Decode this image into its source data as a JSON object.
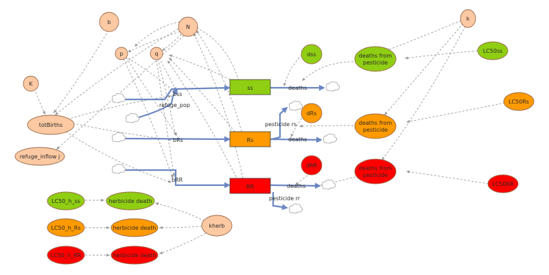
{
  "palette": {
    "peach": "#fcc9a3",
    "green": "#8fce12",
    "orange": "#ff9a00",
    "red": "#ff0000",
    "flow": "#6a86c2",
    "link": "#9a9a9a"
  },
  "stocks": {
    "ss": "ss",
    "rs": "Rs",
    "rr": "RR"
  },
  "flows": {
    "refuge_pop": "refuge_pop",
    "bss": "bss",
    "brs": "bRs",
    "brr": "bRR",
    "deaths_ss": "deaths",
    "deaths_rs": "deaths",
    "deaths_rr": "deaths",
    "pesticide_rs": "pesticide rs",
    "pesticide_rr": "pesticide rr"
  },
  "variables": {
    "b": "b",
    "k_left": "K",
    "N": "N",
    "p": "p",
    "q": "q",
    "totBirths": "totBirths",
    "refuge_inflow": "refuge_inflow j",
    "dss": "dss",
    "drs": "dRs",
    "drr": "dRR",
    "k_right": "k",
    "lc50ss": "LC50ss",
    "lc50rs": "LC50Rs",
    "lc50rr": "LC50RR",
    "deaths_pest_ss": [
      "deaths from",
      "pesticide"
    ],
    "deaths_pest_rs": [
      "deaths from",
      "pesticide"
    ],
    "deaths_pest_rr": [
      "deaths from",
      "pesticide"
    ],
    "lc50_h_ss": "LC50_h_ss",
    "lc50_h_rs": "LC50_h_Rs",
    "lc50_h_rr": "LC50_h_RR",
    "herb_death_ss": "herbicide death",
    "herb_death_rs": "herbicide death",
    "herb_death_rr": "herbicide death",
    "kherb": "kherb"
  }
}
